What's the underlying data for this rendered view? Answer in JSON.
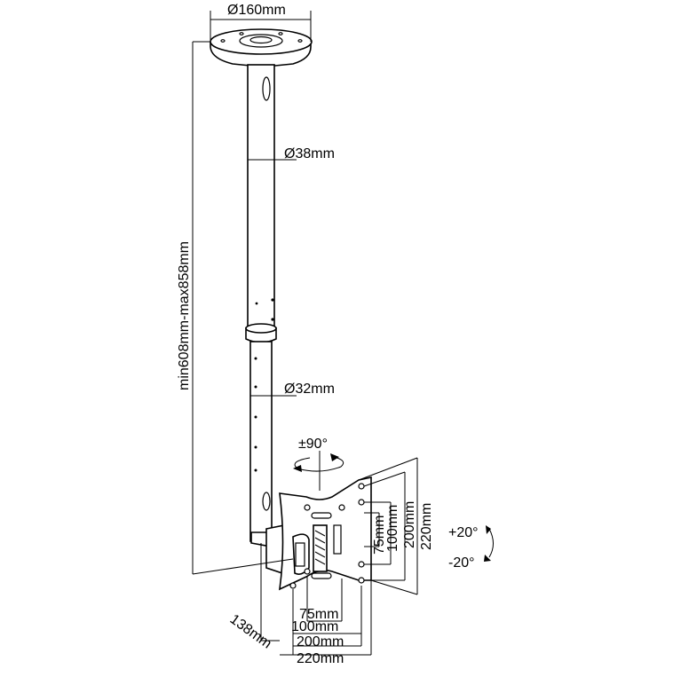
{
  "diagram": {
    "labels": {
      "plate_diameter": "Ø160mm",
      "upper_tube_diameter": "Ø38mm",
      "lower_tube_diameter": "Ø32mm",
      "height_range": "min608mm-max858mm",
      "swivel": "±90°",
      "tilt_up": "+20°",
      "tilt_down": "-20°",
      "depth": "138mm",
      "h_75": "75mm",
      "h_100": "100mm",
      "h_200": "200mm",
      "h_220": "220mm",
      "v_75": "75mm",
      "v_100": "100mm",
      "v_200": "200mm",
      "v_220": "220mm"
    }
  }
}
